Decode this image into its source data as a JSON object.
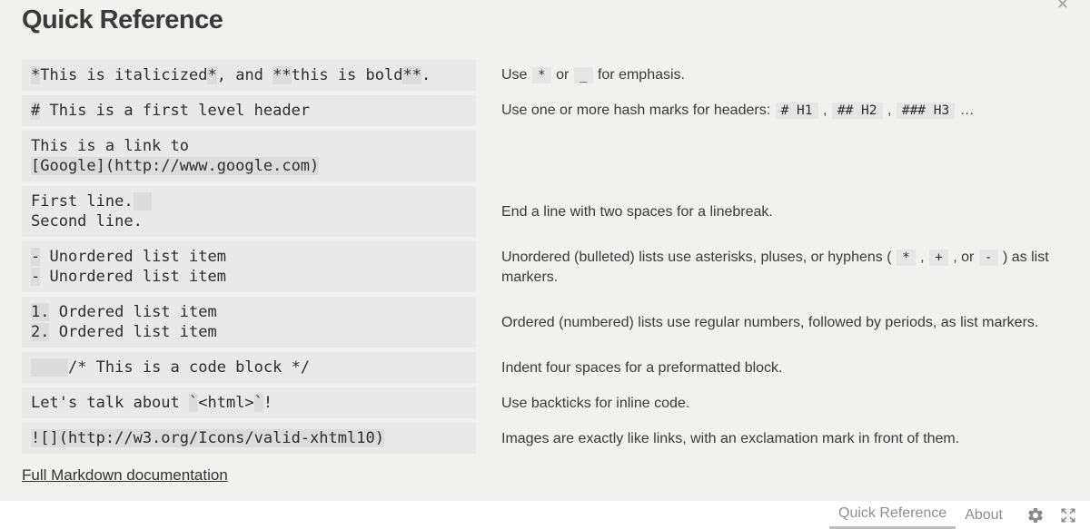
{
  "title": "Quick Reference",
  "close_label": "×",
  "link_label": "Full Markdown documentation",
  "colors": {
    "page_bg": "#f1f1f0",
    "code_block_bg": "#e9e9e9",
    "highlight_bg": "#dcdcdc",
    "inline_code_bg": "#e6e6e6",
    "text": "#3b3b3b",
    "footer_bg": "#ffffff",
    "tab_text": "#8f8f8f",
    "active_tab_underline": "#bdbdbd",
    "icon_gray": "#8a8a8a"
  },
  "rows": [
    {
      "code_lines": [
        [
          {
            "t": "*",
            "h": true
          },
          {
            "t": "This is italicized"
          },
          {
            "t": "*",
            "h": true
          },
          {
            "t": ", and "
          },
          {
            "t": "**",
            "h": true
          },
          {
            "t": "this is bold"
          },
          {
            "t": "**",
            "h": true
          },
          {
            "t": "."
          }
        ]
      ],
      "desc": [
        {
          "t": "Use "
        },
        {
          "t": "*",
          "c": true
        },
        {
          "t": " or "
        },
        {
          "t": "_",
          "c": true
        },
        {
          "t": " for emphasis."
        }
      ]
    },
    {
      "code_lines": [
        [
          {
            "t": "#",
            "h": true
          },
          {
            "t": " This is a first level header"
          }
        ]
      ],
      "desc": [
        {
          "t": "Use one or more hash marks for headers: "
        },
        {
          "t": "# H1",
          "c": true
        },
        {
          "t": " , "
        },
        {
          "t": "## H2",
          "c": true
        },
        {
          "t": " , "
        },
        {
          "t": "### H3",
          "c": true
        },
        {
          "t": " …"
        }
      ]
    },
    {
      "code_lines": [
        [
          {
            "t": "This is a link to"
          }
        ],
        [
          {
            "t": "[Google](http://www.google.com)",
            "h": true
          }
        ]
      ],
      "desc": []
    },
    {
      "code_lines": [
        [
          {
            "t": "First line."
          },
          {
            "t": "  ",
            "h": true
          }
        ],
        [
          {
            "t": "Second line."
          }
        ]
      ],
      "desc": [
        {
          "t": "End a line with two spaces for a linebreak."
        }
      ]
    },
    {
      "code_lines": [
        [
          {
            "t": "-",
            "h": true
          },
          {
            "t": " Unordered list item"
          }
        ],
        [
          {
            "t": "-",
            "h": true
          },
          {
            "t": " Unordered list item"
          }
        ]
      ],
      "desc": [
        {
          "t": "Unordered (bulleted) lists use asterisks, pluses, or hyphens ( "
        },
        {
          "t": "*",
          "c": true
        },
        {
          "t": " , "
        },
        {
          "t": "+",
          "c": true
        },
        {
          "t": " , or "
        },
        {
          "t": "-",
          "c": true
        },
        {
          "t": " ) as list markers."
        }
      ]
    },
    {
      "code_lines": [
        [
          {
            "t": "1.",
            "h": true
          },
          {
            "t": " Ordered list item"
          }
        ],
        [
          {
            "t": "2.",
            "h": true
          },
          {
            "t": " Ordered list item"
          }
        ]
      ],
      "desc": [
        {
          "t": "Ordered (numbered) lists use regular numbers, followed by periods, as list markers."
        }
      ]
    },
    {
      "code_lines": [
        [
          {
            "t": "    ",
            "h": true
          },
          {
            "t": "/* This is a code block */"
          }
        ]
      ],
      "desc": [
        {
          "t": "Indent four spaces for a preformatted block."
        }
      ]
    },
    {
      "code_lines": [
        [
          {
            "t": "Let's talk about "
          },
          {
            "t": "`",
            "h": true
          },
          {
            "t": "<html>"
          },
          {
            "t": "`",
            "h": true
          },
          {
            "t": "!"
          }
        ]
      ],
      "desc": [
        {
          "t": "Use backticks for inline code."
        }
      ]
    },
    {
      "code_lines": [
        [
          {
            "t": "![](http://w3.org/Icons/valid-xhtml10)",
            "h": true
          }
        ]
      ],
      "desc": [
        {
          "t": "Images are exactly like links, with an exclamation mark in front of them."
        }
      ]
    }
  ],
  "footer": {
    "tabs": [
      {
        "label": "Quick Reference",
        "active": true
      },
      {
        "label": "About",
        "active": false
      }
    ],
    "icons": [
      "gear-icon",
      "fullscreen-icon"
    ]
  }
}
